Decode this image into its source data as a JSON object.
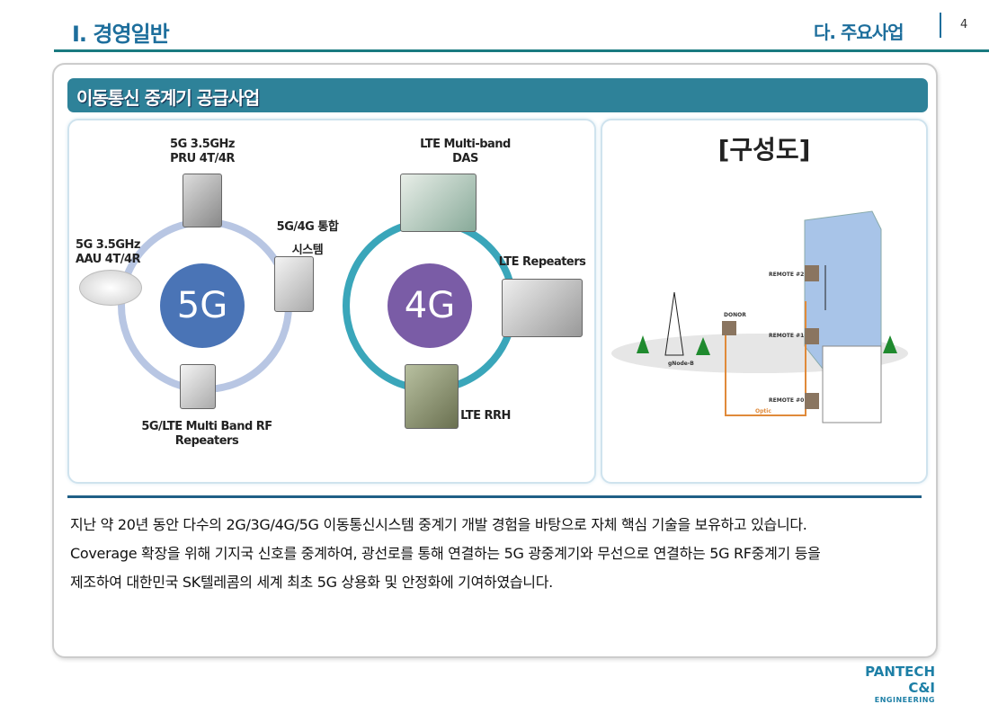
{
  "header": {
    "section": "Ⅰ. 경영일반",
    "subsection": "다. 주요사업",
    "page": "4"
  },
  "banner": "이동통신 중계기 공급사업",
  "left_diagram": {
    "core_5g": "5G",
    "core_4g": "4G",
    "labels_5g": {
      "pru": "5G 3.5GHz\nPRU 4T/4R",
      "aau": "5G 3.5GHz\nAAU 4T/4R",
      "integrated": "5G/4G 통합\n시스템",
      "rf": "5G/LTE Multi Band RF\nRepeaters"
    },
    "labels_4g": {
      "das": "LTE Multi-band\nDAS",
      "repeaters": "LTE Repeaters",
      "rrh": "LTE RRH"
    },
    "colors": {
      "ring_5g": "#b8c6e3",
      "core_5g": "#4a74b6",
      "ring_4g": "#3aa6ba",
      "core_4g": "#7a5ca6"
    }
  },
  "right_diagram": {
    "title": "[구성도]",
    "labels": {
      "remote2": "REMOTE #2",
      "remote1": "REMOTE #1",
      "remote0": "REMOTE #0",
      "donor": "DONOR",
      "gnodeb": "gNode-B",
      "optic": "Optic"
    }
  },
  "body": [
    "지난 약 20년 동안 다수의 2G/3G/4G/5G 이동통신시스템 중계기 개발 경험을 바탕으로 자체 핵심 기술을 보유하고 있습니다.",
    "Coverage 확장을 위해 기지국 신호를 중계하여, 광선로를 통해 연결하는 5G 광중계기와 무선으로 연결하는 5G RF중계기 등을",
    "제조하여 대한민국 SK텔레콤의 세계 최초 5G 상용화 및 안정화에 기여하였습니다."
  ],
  "logo": {
    "name": "PANTECH C&I",
    "sub": "ENGINEERING"
  }
}
